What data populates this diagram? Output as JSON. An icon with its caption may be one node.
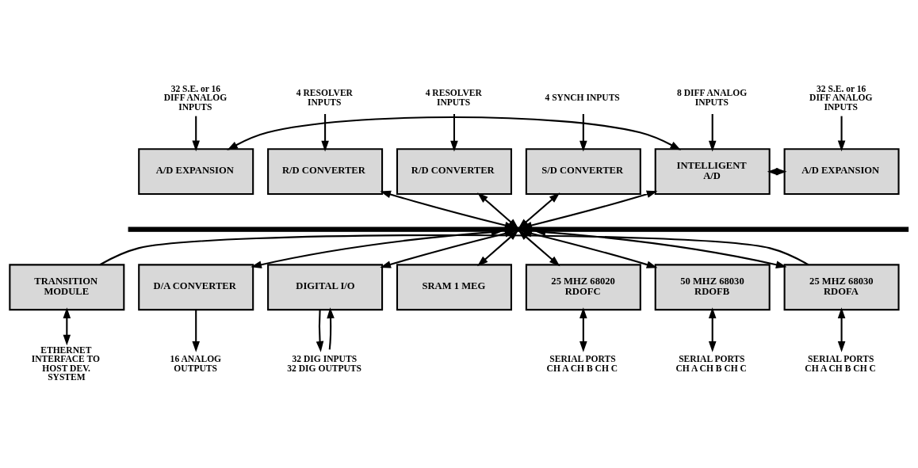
{
  "diagram": {
    "nodes": [
      {
        "text": [
          "32 S.E. or 16 DIFF ANALOG INPUTS"
        ]
      },
      {
        "text": [
          "32 S.E. or 16 DIFF ANALOG INPUTS"
        ]
      },
      {
        "text": [
          "8 DIFF ANALOG INPUTS"
        ]
      },
      {
        "text": [
          "4 RESOLVER INPUTS"
        ]
      },
      {
        "text": [
          "4 RESOLVER INPUTS"
        ]
      },
      {
        "text": [
          "4 SYNCH INPUTS"
        ]
      },
      {
        "text": [
          "A/D EXPANSION"
        ]
      },
      {
        "text": [
          "A/D EXPANSION"
        ]
      },
      {
        "text": [
          "INTELLIGENT A/D"
        ]
      },
      {
        "text": [
          "R/D CONVERTER"
        ]
      },
      {
        "text": [
          "R/D CONVERTER"
        ]
      },
      {
        "text": [
          "S/D CONVERTER"
        ]
      },
      {
        "text": [],
        "shape": "bar"
      },
      {
        "text": [
          "D/A CONVERTER"
        ]
      },
      {
        "text": [
          "DIGITAL I/O"
        ]
      },
      {
        "text": [
          "SRAM 1 MEG"
        ]
      },
      {
        "text": [
          "25 MHZ 68020 RDOFC"
        ]
      },
      {
        "text": [
          "50 MHZ 68030 RDOFB"
        ]
      },
      {
        "text": [
          "25 MHZ 68030 RDOFA"
        ]
      },
      {
        "text": [
          "TRANSITION MODULE"
        ]
      },
      {
        "text": [
          "16 ANALOG OUTPUTS"
        ]
      },
      {
        "text": [
          "32 DIG INPUTS 32 DIG OUTPUTS"
        ]
      },
      {
        "text": [
          "SERIAL PORTS CH A CH B CH C"
        ]
      },
      {
        "text": [
          "SERIAL PORTS CH A CH B CH C"
        ]
      },
      {
        "text": [
          "SERIAL PORTS CH A CH B CH C"
        ]
      },
      {
        "text": [
          "ETHERNET INTERFACE TO HOST DEV. SYSTEM"
        ]
      }
    ],
    "edges": [
      {
        "from": 0,
        "to": 6,
        "arrow": "to"
      },
      {
        "from": 1,
        "to": 7,
        "arrow": "to"
      },
      {
        "from": 2,
        "to": 8,
        "arrow": "to"
      },
      {
        "from": 3,
        "to": 9,
        "arrow": "to"
      },
      {
        "from": 4,
        "to": 10,
        "arrow": "to"
      },
      {
        "from": 5,
        "to": 11,
        "arrow": "to"
      },
      {
        "from": 8,
        "to": 6,
        "arrow": "both"
      },
      {
        "from": 8,
        "to": 7,
        "arrow": "both"
      },
      {
        "from": 8,
        "to": 12,
        "arrow": "both"
      },
      {
        "from": 9,
        "to": 12,
        "arrow": "both"
      },
      {
        "from": 10,
        "to": 12,
        "arrow": "both"
      },
      {
        "from": 11,
        "to": 12,
        "arrow": "both"
      },
      {
        "from": 12,
        "to": 13,
        "arrow": "both"
      },
      {
        "from": 12,
        "to": 14,
        "arrow": "both"
      },
      {
        "from": 12,
        "to": 15,
        "arrow": "both"
      },
      {
        "from": 12,
        "to": 16,
        "arrow": "both"
      },
      {
        "from": 12,
        "to": 17,
        "arrow": "both"
      },
      {
        "from": 12,
        "to": 18,
        "arrow": "both"
      },
      {
        "from": 13,
        "to": 20,
        "arrow": "to"
      },
      {
        "from": 21,
        "to": 14,
        "arrow": "to"
      },
      {
        "from": 14,
        "to": 21,
        "arrow": "to"
      },
      {
        "from": 16,
        "to": 22,
        "arrow": "both"
      },
      {
        "from": 17,
        "to": 23,
        "arrow": "both"
      },
      {
        "from": 18,
        "to": 24,
        "arrow": "both"
      },
      {
        "from": 18,
        "to": 19,
        "arrow": "none"
      },
      {
        "from": 19,
        "to": 25,
        "arrow": "both"
      }
    ]
  }
}
